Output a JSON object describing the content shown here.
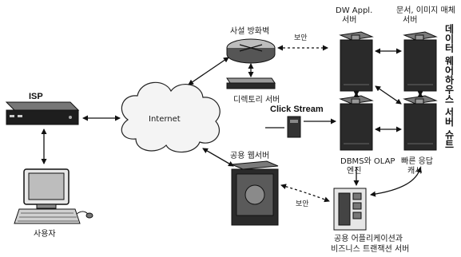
{
  "diagram": {
    "labels": {
      "isp": "ISP",
      "user": "사용자",
      "internet": "Internet",
      "firewall": "사설 방화벽",
      "directory_server": "디렉토리 서버",
      "security_top": "보안",
      "security_bottom": "보안",
      "dw_server": "DW Appl. 서버",
      "doc_server": "문서, 이미지 매체 서버",
      "click_stream": "Click Stream",
      "web_server": "공용 웹서버",
      "dbms_olap": "DBMS와 OLAP 엔진",
      "fast_cache": "빠른 응답 캐시",
      "app_server": "공용 어플리케이션과 비즈니스 트랜잭션 서버",
      "suite": "데이터 웨어하우스 서버 슈트"
    },
    "colors": {
      "ink": "#111111",
      "server_body": "#2a2a2a",
      "server_light": "#5a5a5a",
      "page": "#ffffff"
    }
  }
}
